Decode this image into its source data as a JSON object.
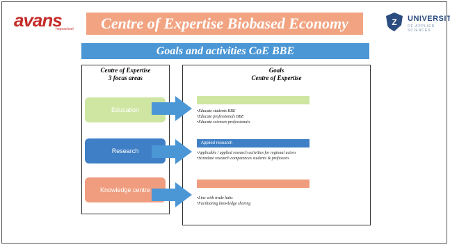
{
  "header": {
    "logo_left": "avans",
    "logo_left_sub": "hogeschool",
    "title": "Centre of Expertise Biobased Economy",
    "logo_right_title": "UNIVERSITY",
    "logo_right_sub": "OF APPLIED SCIENCES",
    "logo_right_mark": "Z"
  },
  "subtitle": "Goals and activities CoE BBE",
  "left_panel": {
    "heading_line1": "Centre of Expertise",
    "heading_line2": "3 focus areas",
    "areas": [
      {
        "label": "Education",
        "color": "#cfe6a2"
      },
      {
        "label": "Research",
        "color": "#3f7fc5"
      },
      {
        "label": "Knowledge centre",
        "color": "#ef9d7e"
      }
    ]
  },
  "right_panel": {
    "heading_line1": "Goals",
    "heading_line2": "Centre of Expertise",
    "goals": [
      {
        "bar_label": "",
        "items": [
          "Educate students BBE",
          "Educate professionals BBE",
          "Educate sciences professionals"
        ]
      },
      {
        "bar_label": "Applied research",
        "items": [
          "Applicable / applied research activities for regional actors",
          "Stimulate research competences students & professors"
        ]
      },
      {
        "bar_label": "",
        "items": [
          "Linc with trade hubs",
          "Facilitating knowledge sharing"
        ]
      }
    ]
  },
  "colors": {
    "title_bar": "#f2a482",
    "subtitle_bar": "#4b97d6",
    "arrow": "#4b97d6",
    "brand_red": "#c42c2a"
  }
}
